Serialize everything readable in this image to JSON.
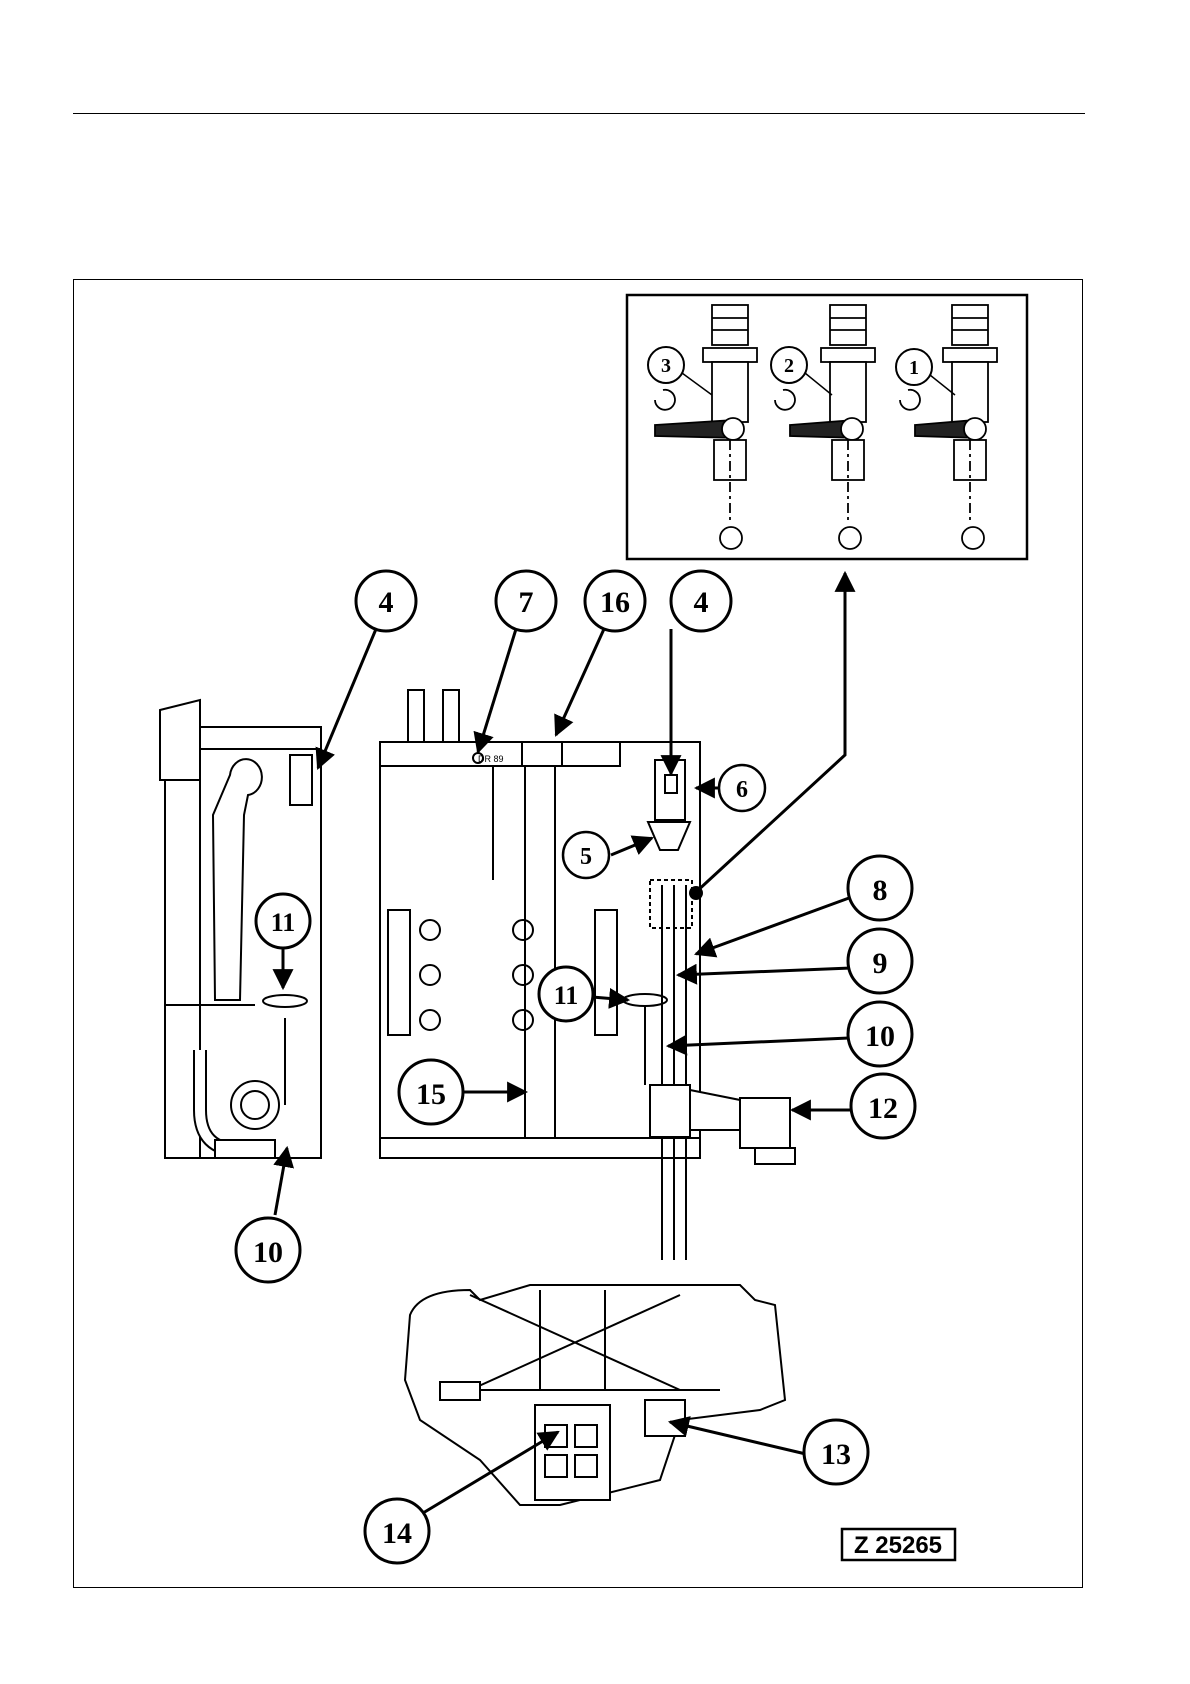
{
  "document": {
    "figure_reference": "Z 25265"
  },
  "detail_callouts": [
    "3",
    "2",
    "1"
  ],
  "callouts": {
    "c4_left": "4",
    "c4_right": "4",
    "c5": "5",
    "c6": "6",
    "c7": "7",
    "c8": "8",
    "c9": "9",
    "c10_right": "10",
    "c10_left": "10",
    "c11_left": "11",
    "c11_right": "11",
    "c12": "12",
    "c13": "13",
    "c14": "14",
    "c15": "15",
    "c16": "16"
  },
  "panel_stencil": "DR 89"
}
